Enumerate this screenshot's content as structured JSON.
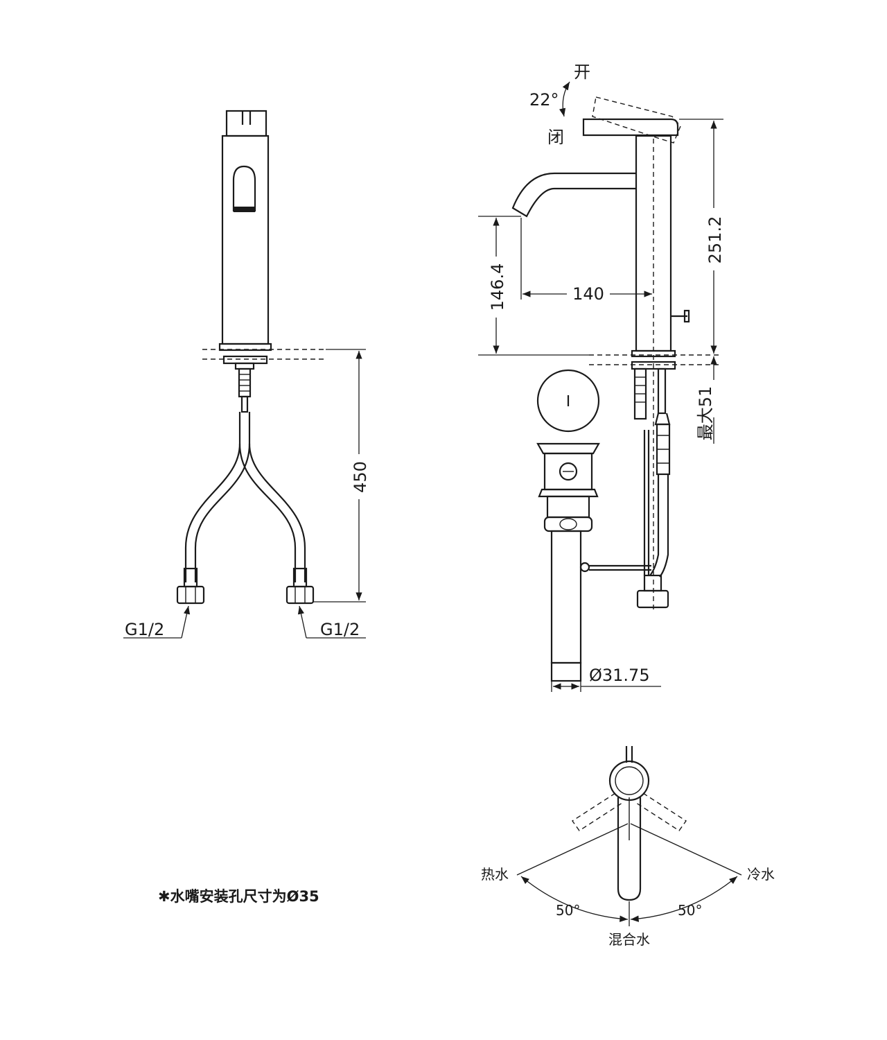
{
  "front_view": {
    "height_dim": "450",
    "left_connector": "G1/2",
    "right_connector": "G1/2"
  },
  "side_view": {
    "open_label": "开",
    "closed_label": "闭",
    "lever_angle": "22°",
    "overall_height": "251.2",
    "spout_height": "146.4",
    "spout_reach": "140",
    "max_deck_thickness": "最大51",
    "drain_diameter": "Ø31.75"
  },
  "top_view": {
    "hot_label": "热水",
    "cold_label": "冷水",
    "mix_label": "混合水",
    "left_angle": "50°",
    "right_angle": "50°"
  },
  "note": "✱水嘴安装孔尺寸为Ø35"
}
